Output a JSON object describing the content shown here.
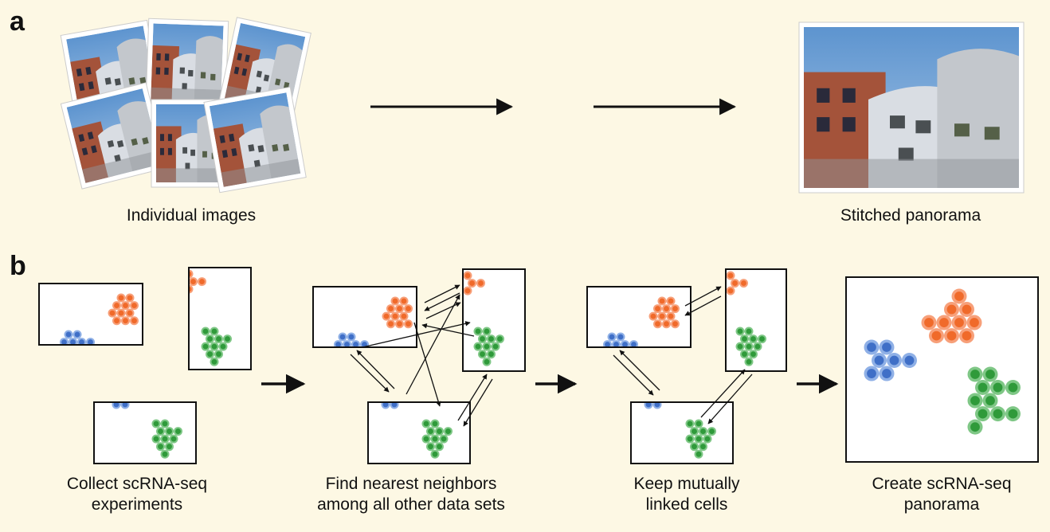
{
  "panel_a": {
    "letter": "a",
    "left_caption": "Individual images",
    "right_caption": "Stitched panorama"
  },
  "panel_b": {
    "letter": "b",
    "steps": [
      {
        "line1": "Collect scRNA-seq",
        "line2": "experiments"
      },
      {
        "line1": "Find nearest neighbors",
        "line2": "among all other data sets"
      },
      {
        "line1": "Keep mutually",
        "line2": "linked cells"
      },
      {
        "line1": "Create scRNA-seq",
        "line2": "panorama"
      }
    ]
  },
  "colors": {
    "background": "#fdf8e4",
    "blue_cells": "#3f6fc7",
    "orange_cells": "#f06a2a",
    "green_cells": "#2f9a3a",
    "sky": "#6fa3d6",
    "brick": "#a4533a"
  }
}
